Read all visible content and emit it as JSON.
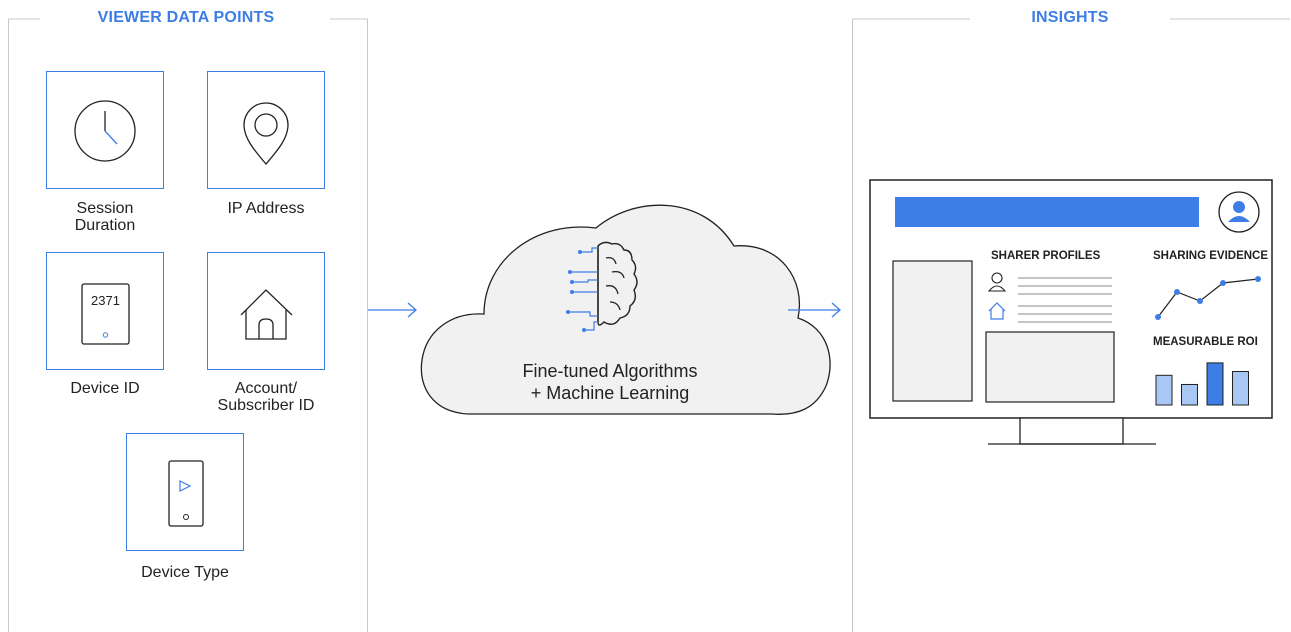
{
  "left_panel": {
    "title": "VIEWER DATA POINTS"
  },
  "right_panel": {
    "title": "INSIGHTS"
  },
  "data_points": [
    {
      "label": "Session\nDuration",
      "icon": "clock-icon"
    },
    {
      "label": "IP Address",
      "icon": "location-pin-icon"
    },
    {
      "label": "Device ID",
      "icon": "device-id-icon",
      "device_number": "2371"
    },
    {
      "label": "Account/\nSubscriber ID",
      "icon": "house-icon"
    },
    {
      "label": "Device Type",
      "icon": "phone-play-icon"
    }
  ],
  "cloud": {
    "icon": "brain-circuit-icon",
    "line1": "Fine-tuned Algorithms",
    "line2": "+ Machine Learning"
  },
  "dashboard": {
    "sharer_profiles": "SHARER PROFILES",
    "sharing_evidence": "SHARING EVIDENCE",
    "measurable_roi": "MEASURABLE ROI",
    "roi_bars": [
      0.55,
      0.38,
      0.78,
      0.62
    ]
  },
  "colors": {
    "accent": "#3d7ee6",
    "light_accent": "#a9c7f5",
    "cloud_fill": "#f1f1f1",
    "panel_border": "#c8c8c8"
  }
}
